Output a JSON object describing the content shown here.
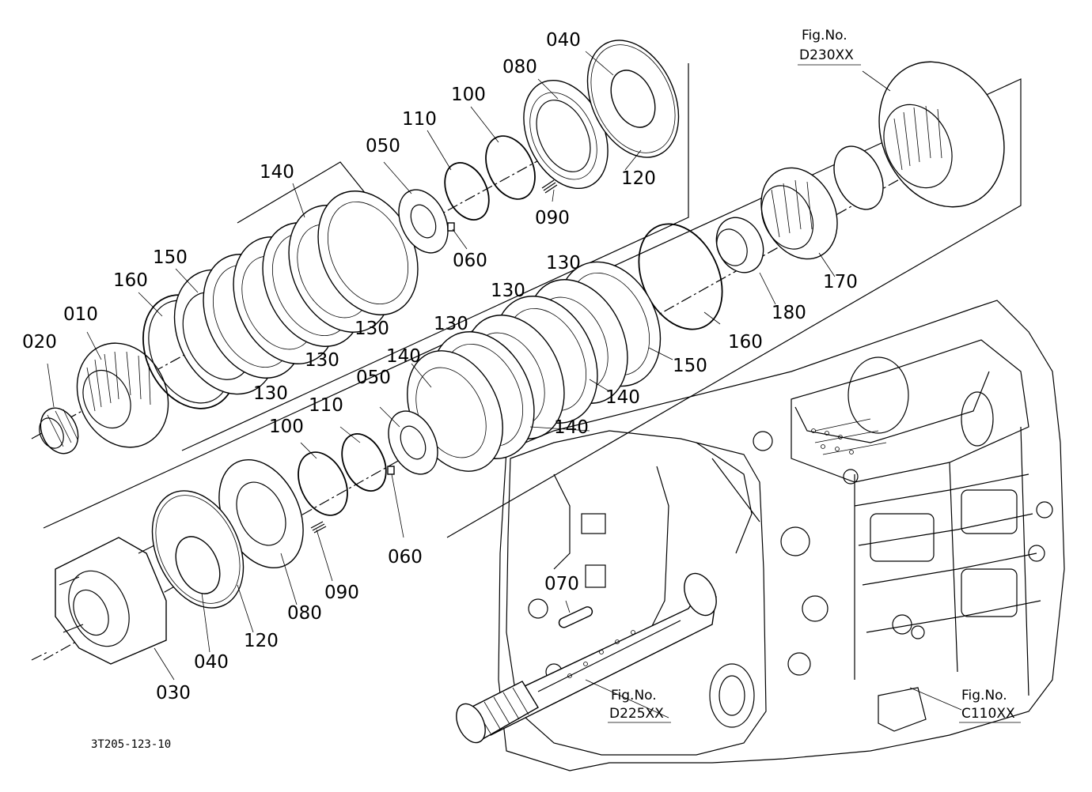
{
  "diagram_code": "3T205-123-10",
  "parts": {
    "p010": "010",
    "p020": "020",
    "p030": "030",
    "p040a": "040",
    "p040b": "040",
    "p050a": "050",
    "p050b": "050",
    "p060a": "060",
    "p060b": "060",
    "p070": "070",
    "p080a": "080",
    "p080b": "080",
    "p090a": "090",
    "p090b": "090",
    "p100a": "100",
    "p100b": "100",
    "p110a": "110",
    "p110b": "110",
    "p120a": "120",
    "p120b": "120",
    "p130a": "130",
    "p130b": "130",
    "p130c": "130",
    "p130d": "130",
    "p130e": "130",
    "p130f": "130",
    "p140a": "140",
    "p140b": "140",
    "p140c": "140",
    "p140d": "140",
    "p150a": "150",
    "p150b": "150",
    "p160a": "160",
    "p160b": "160",
    "p170": "170",
    "p180": "180"
  },
  "fig_refs": {
    "d230": {
      "title": "Fig.No.",
      "code": "D230XX"
    },
    "d225": {
      "title": "Fig.No.",
      "code": "D225XX"
    },
    "c110": {
      "title": "Fig.No.",
      "code": "C110XX"
    }
  }
}
